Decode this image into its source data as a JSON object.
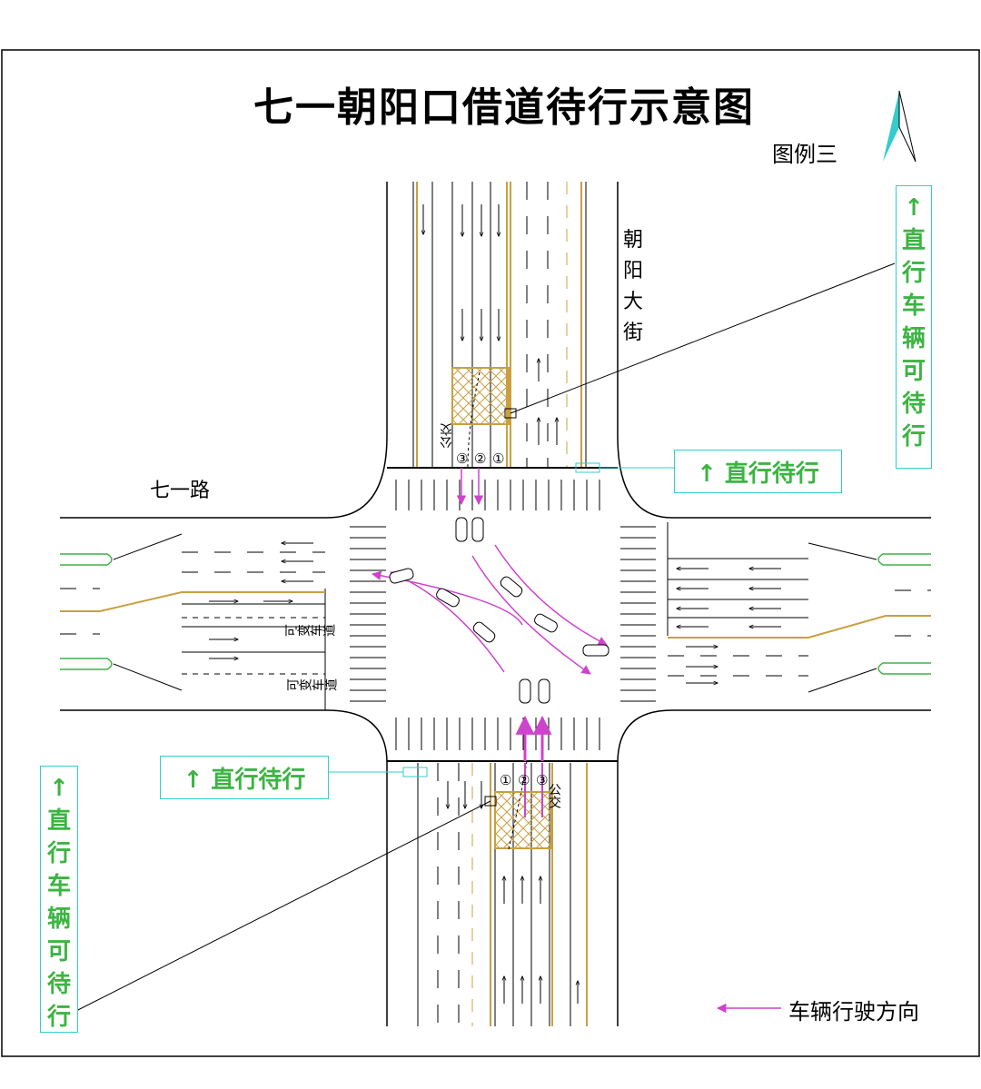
{
  "title": "七一朝阳口借道待行示意图",
  "legend_label": "图例三",
  "roads": {
    "west_road": "七一路",
    "north_road": "朝阳大街"
  },
  "callouts": {
    "top_right_vertical": "↑直行车辆可待行",
    "top_horizontal": "↑ 直行待行",
    "bottom_horizontal": "↑ 直行待行",
    "bottom_left_vertical": "↑直行车辆可待行"
  },
  "lane_labels": {
    "variable_lane": "可变车道",
    "bus_lane": "公交",
    "lane_numbers": [
      "①",
      "②",
      "③"
    ]
  },
  "legend_direction": "车辆行驶方向",
  "colors": {
    "road_line": "#000000",
    "yellow_line": "#c8a040",
    "green_median": "#3cb443",
    "callout_border": "#33cccc",
    "callout_text": "#3cb443",
    "movement_arrow": "#cc44cc",
    "crosshatch": "#c8a040"
  }
}
